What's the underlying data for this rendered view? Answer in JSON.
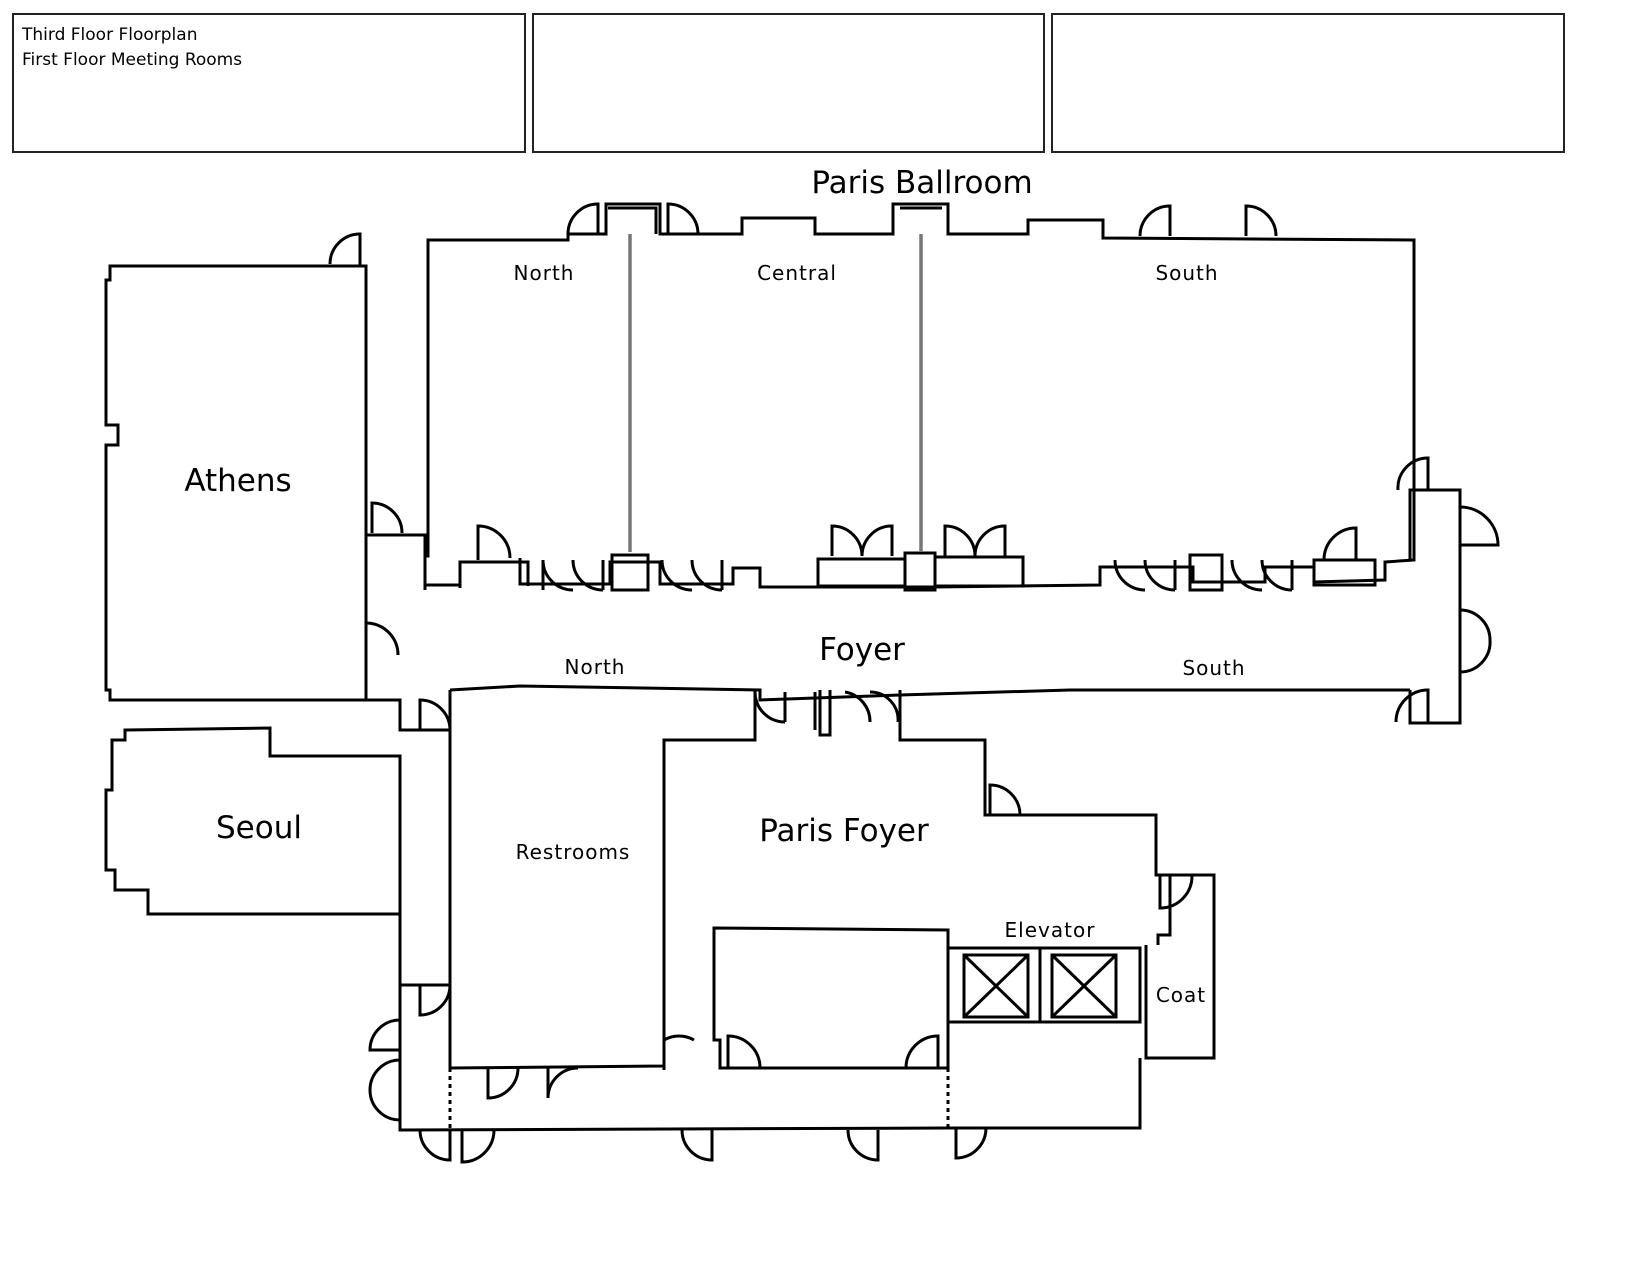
{
  "header": {
    "line1": "Third Floor Floorplan",
    "line2": "First Floor Meeting Rooms"
  },
  "rooms": {
    "paris_ballroom": "Paris Ballroom",
    "ballroom_north": "North",
    "ballroom_central": "Central",
    "ballroom_south": "South",
    "athens": "Athens",
    "foyer": "Foyer",
    "foyer_north": "North",
    "foyer_south": "South",
    "seoul": "Seoul",
    "restrooms": "Restrooms",
    "paris_foyer": "Paris Foyer",
    "elevator": "Elevator",
    "coat": "Coat"
  },
  "colors": {
    "wall": "#000000",
    "partition": "#777777"
  }
}
